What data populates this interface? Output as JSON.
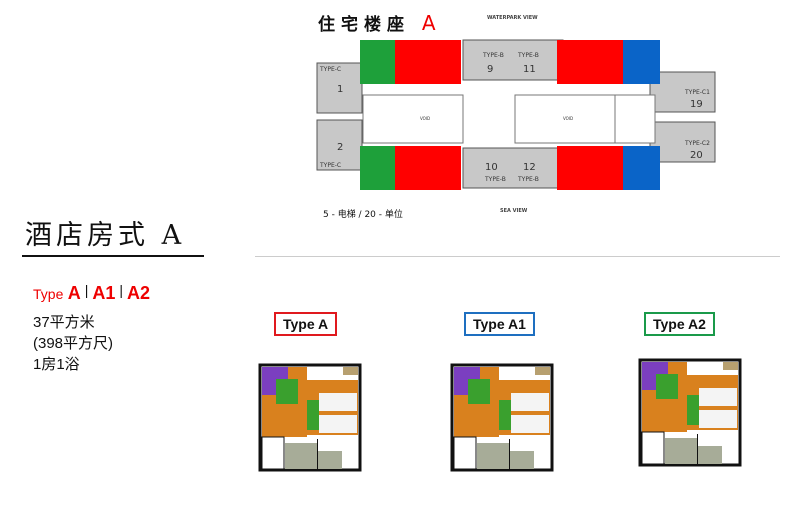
{
  "building": {
    "title": "住宅楼座",
    "title_letter": "A",
    "top_view": "WATERPARK VIEW",
    "bottom_view": "SEA VIEW",
    "legend": "5 - 电梯  / 20 - 单位",
    "unit_labels": [
      "TYPE-C",
      "1",
      "2",
      "TYPE-C",
      "TYPE-B",
      "9",
      "TYPE-B",
      "11",
      "10",
      "TYPE-B",
      "12",
      "TYPE-B",
      "TYPE-C1",
      "19",
      "TYPE-C2",
      "20",
      "VOID",
      "VOID"
    ],
    "colors": {
      "type_a": "#ff0000",
      "type_a1": "#0a64c8",
      "type_a2": "#12a03c"
    }
  },
  "hotel": {
    "title": "酒店房式 A",
    "type_label": "Type",
    "types": [
      "A",
      "A1",
      "A2"
    ],
    "separator": "|",
    "area_sqm": "37平方米",
    "area_sqft": "(398平方尺)",
    "rooms": "1房1浴"
  },
  "plans": [
    {
      "label": "Type A",
      "color": "#e0191e"
    },
    {
      "label": "Type A1",
      "color": "#1e6fc0"
    },
    {
      "label": "Type A2",
      "color": "#1a9a4a"
    }
  ]
}
